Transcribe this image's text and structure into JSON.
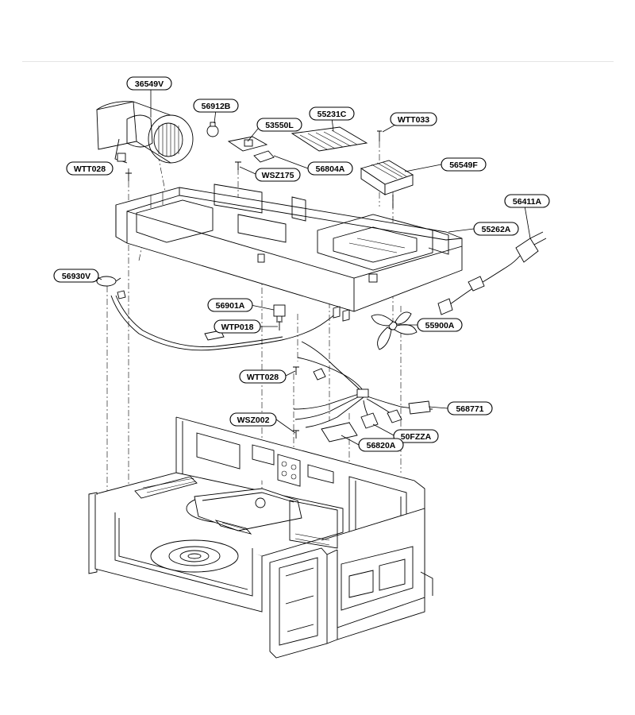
{
  "diagram": {
    "labels": [
      {
        "id": "36549V",
        "text": "36549V"
      },
      {
        "id": "56912B",
        "text": "56912B"
      },
      {
        "id": "53550L",
        "text": "53550L"
      },
      {
        "id": "55231C",
        "text": "55231C"
      },
      {
        "id": "WTT033",
        "text": "WTT033"
      },
      {
        "id": "WTT028a",
        "text": "WTT028"
      },
      {
        "id": "WSZ175",
        "text": "WSZ175"
      },
      {
        "id": "56804A",
        "text": "56804A"
      },
      {
        "id": "56549F",
        "text": "56549F"
      },
      {
        "id": "56411A",
        "text": "56411A"
      },
      {
        "id": "55262A",
        "text": "55262A"
      },
      {
        "id": "56930V",
        "text": "56930V"
      },
      {
        "id": "56901A",
        "text": "56901A"
      },
      {
        "id": "WTP018",
        "text": "WTP018"
      },
      {
        "id": "55900A",
        "text": "55900A"
      },
      {
        "id": "WTT028b",
        "text": "WTT028"
      },
      {
        "id": "568771",
        "text": "568771"
      },
      {
        "id": "WSZ002",
        "text": "WSZ002"
      },
      {
        "id": "50FZZA",
        "text": "50FZZA"
      },
      {
        "id": "56820A",
        "text": "56820A"
      }
    ]
  }
}
